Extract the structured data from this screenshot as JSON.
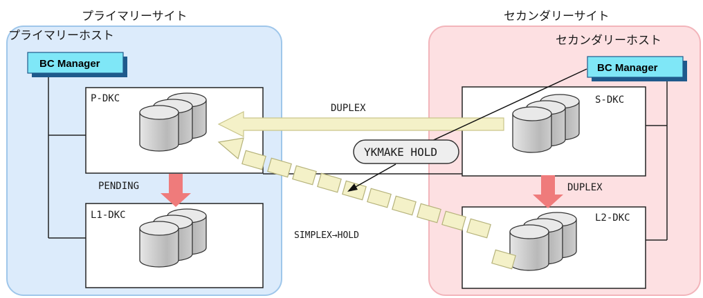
{
  "primary": {
    "site_label": "プライマリーサイト",
    "host_label": "プライマリーホスト",
    "manager_label": "BC Manager",
    "dkc_top": "P-DKC",
    "dkc_bottom": "L1-DKC",
    "pair_status": "PENDING"
  },
  "secondary": {
    "site_label": "セカンダリーサイト",
    "host_label": "セカンダリーホスト",
    "manager_label": "BC Manager",
    "dkc_top": "S-DKC",
    "dkc_bottom": "L2-DKC",
    "pair_status": "DUPLEX"
  },
  "links": {
    "copy_status": "DUPLEX",
    "command": "YKMAKE HOLD",
    "transition": "SIMPLEX→HOLD"
  },
  "colors": {
    "primary_bg": "#dcebfb",
    "primary_border": "#9ec6ea",
    "secondary_bg": "#fde0e2",
    "secondary_border": "#f2b4ba",
    "manager_fill": "#7fe7f7",
    "manager_shadow": "#1f5a8c",
    "arrow_fill": "#f4f1c8",
    "arrow_stroke": "#c9c58a",
    "pink_arrow": "#ef7b7b"
  }
}
